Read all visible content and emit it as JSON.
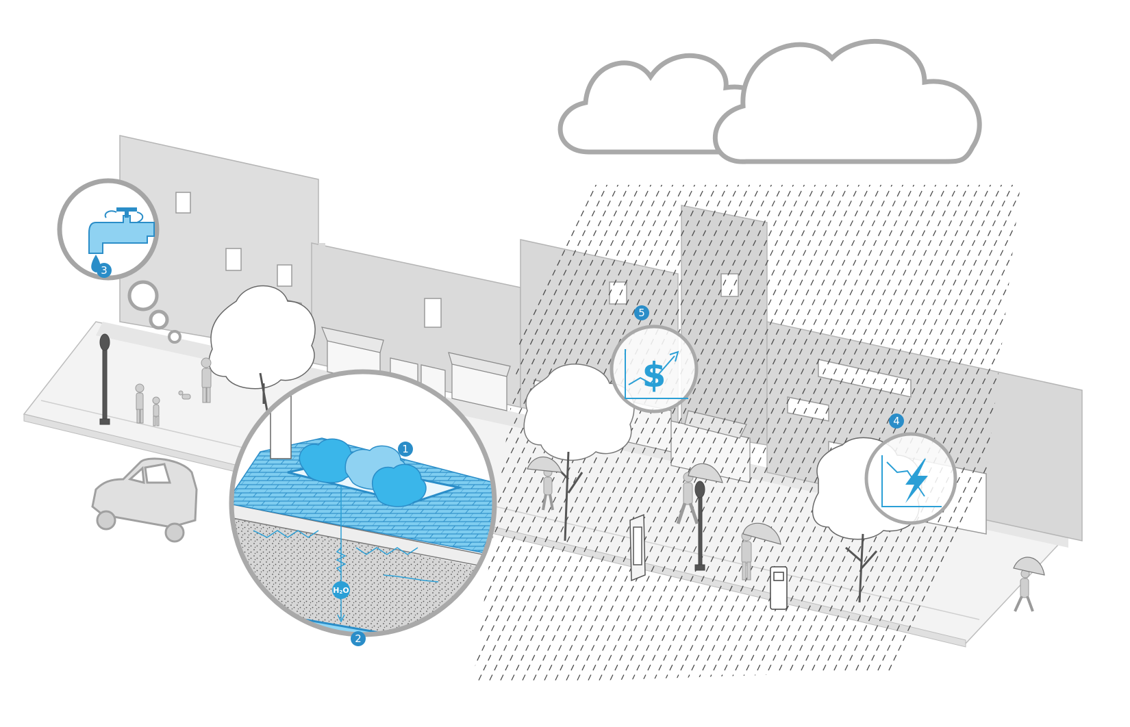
{
  "colors": {
    "building": "#dcdcdc",
    "building_dark": "#c8c8c8",
    "outline": "#a8a8a8",
    "window": "#ffffff",
    "sidewalk": "#f4f4f4",
    "rain": "#555555",
    "cloud": "#aaaaaa",
    "accent": "#2a9fd6",
    "accent_light": "#8fd2f2",
    "water": "#8fd6f5",
    "soil": "#cfcfcf",
    "badge": "#2a8dc8"
  },
  "badges": {
    "b1": "1",
    "b2": "2",
    "b3": "3",
    "b4": "4",
    "b5": "5"
  },
  "labels": {
    "h2o_main": "H",
    "h2o_sub": "2",
    "h2o_end": "O",
    "dollar": "$"
  },
  "icons": {
    "faucet": "faucet-icon",
    "money_chart": "money-growth-chart-icon",
    "energy_chart": "energy-decline-chart-icon",
    "cloud": "cloud-icon",
    "car": "car-icon",
    "street_lamp": "street-lamp-icon",
    "pedestrian": "pedestrian-icon",
    "umbrella": "umbrella-icon",
    "tree": "tree-icon",
    "parking_meter": "parking-meter-icon",
    "kiosk": "kiosk-icon"
  }
}
